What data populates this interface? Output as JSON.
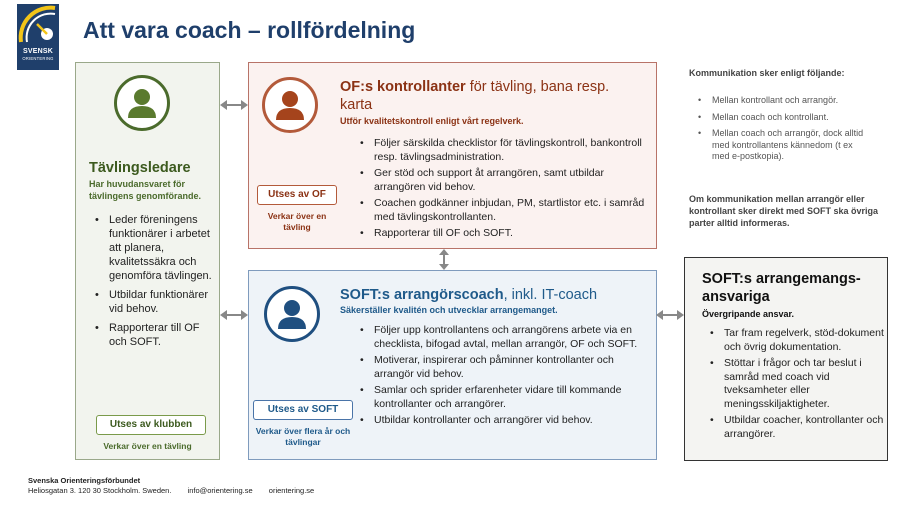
{
  "logo": {
    "line1": "SVENSK",
    "line2": "ORIENTERING"
  },
  "title": "Att vara coach – rollfördelning",
  "colors": {
    "brand_navy": "#1f3f6b",
    "green": "#3c5a1e",
    "red": "#8b3214",
    "blue": "#1f5a8a"
  },
  "tavlingsledare": {
    "title": "Tävlingsledare",
    "subtitle": "Har huvudansvaret för tävlingens genomförande.",
    "items": [
      "Leder föreningens funktionärer i arbetet att planera, kvalitetssäkra och genomföra tävlingen.",
      "Utbildar funktionärer vid behov.",
      "Rapporterar till OF och SOFT."
    ],
    "badge": "Utses av klubben",
    "note": "Verkar över en tävling",
    "icon": "person-icon"
  },
  "kontrollanter": {
    "title_bold": "OF:s kontrollanter",
    "title_rest": " för tävling, bana resp. karta",
    "subtitle": "Utför kvalitetskontroll enligt vårt regelverk.",
    "items": [
      "Följer särskilda checklistor för tävlingskontroll, bankontroll resp. tävlingsadministration.",
      "Ger stöd och support åt arrangören, samt utbildar arrangören vid behov.",
      "Coachen godkänner inbjudan, PM, startlistor etc. i samråd med tävlingskontrollanten.",
      "Rapporterar till OF och SOFT."
    ],
    "badge": "Utses av OF",
    "note": "Verkar över en tävling",
    "icon": "person-icon"
  },
  "arrangorscoach": {
    "title_bold": "SOFT:s arrangörscoach",
    "title_rest": ", inkl. IT-coach",
    "subtitle": "Säkerställer kvalitén och utvecklar arrangemanget.",
    "items": [
      "Följer upp kontrollantens och arrangörens arbete via en checklista, bifogad avtal, mellan arrangör, OF och SOFT.",
      "Motiverar, inspirerar och påminner kontrollanter och arrangör vid behov.",
      "Samlar och sprider erfarenheter vidare till kommande kontrollanter och arrangörer.",
      "Utbildar kontrollanter och arrangörer vid behov."
    ],
    "badge": "Utses av SOFT",
    "note": "Verkar över flera år och tävlingar",
    "icon": "person-icon"
  },
  "kommunikation": {
    "heading": "Kommunikation sker enligt följande:",
    "items": [
      "Mellan kontrollant och arrangör.",
      "Mellan coach och kontrollant.",
      "Mellan coach och arrangör, dock alltid med kontrollantens kännedom (t ex med e-postkopia)."
    ],
    "note": "Om kommunikation mellan arrangör eller kontrollant sker direkt med SOFT ska övriga parter alltid informeras."
  },
  "soft_ansvariga": {
    "title": "SOFT:s arrangemangs-ansvariga",
    "subtitle": "Övergripande ansvar.",
    "items": [
      "Tar fram regelverk, stöd-dokument och övrig dokumentation.",
      "Stöttar i frågor och tar beslut i samråd med coach vid tveksamheter eller meningsskiljaktigheter.",
      "Utbildar coacher, kontrollanter och arrangörer."
    ]
  },
  "footer": {
    "org": "Svenska Orienteringsförbundet",
    "address": "Heliosgatan 3. 120 30 Stockholm. Sweden.",
    "email": "info@orientering.se",
    "web": "orientering.se"
  }
}
